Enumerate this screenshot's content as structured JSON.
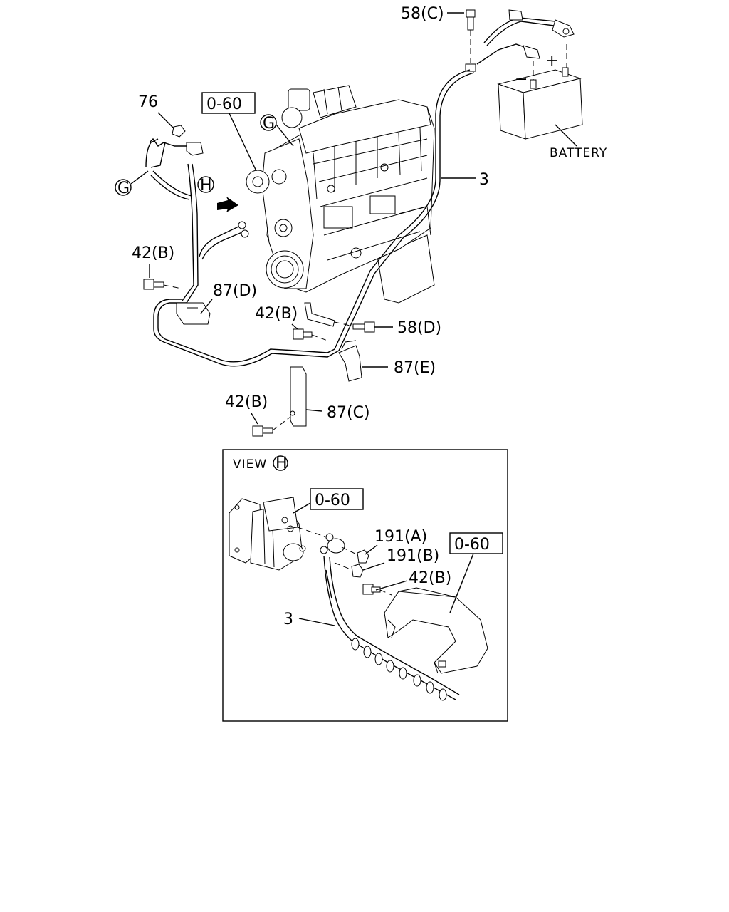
{
  "callouts": {
    "bolt_58c": "58(C)",
    "clip_76": "76",
    "ref_0_60_top": "0-60",
    "marker_g_engine": "G",
    "marker_g_left": "G",
    "marker_h_top": "H",
    "bolt_42b_left": "42(B)",
    "bracket_87d": "87(D)",
    "bolt_42b_mid": "42(B)",
    "bolt_58d": "58(D)",
    "bracket_87e": "87(E)",
    "bolt_42b_low": "42(B)",
    "bracket_87c": "87(C)",
    "cable_3_top": "3",
    "battery": "BATTERY"
  },
  "battery_terminals": {
    "pos": "+",
    "neg": "−"
  },
  "view_h": {
    "title": "VIEW",
    "marker": "H",
    "ref_0_60_a": "0-60",
    "ref_0_60_b": "0-60",
    "nut_191a": "191(A)",
    "nut_191b": "191(B)",
    "bolt_42b": "42(B)",
    "cable_3": "3"
  }
}
